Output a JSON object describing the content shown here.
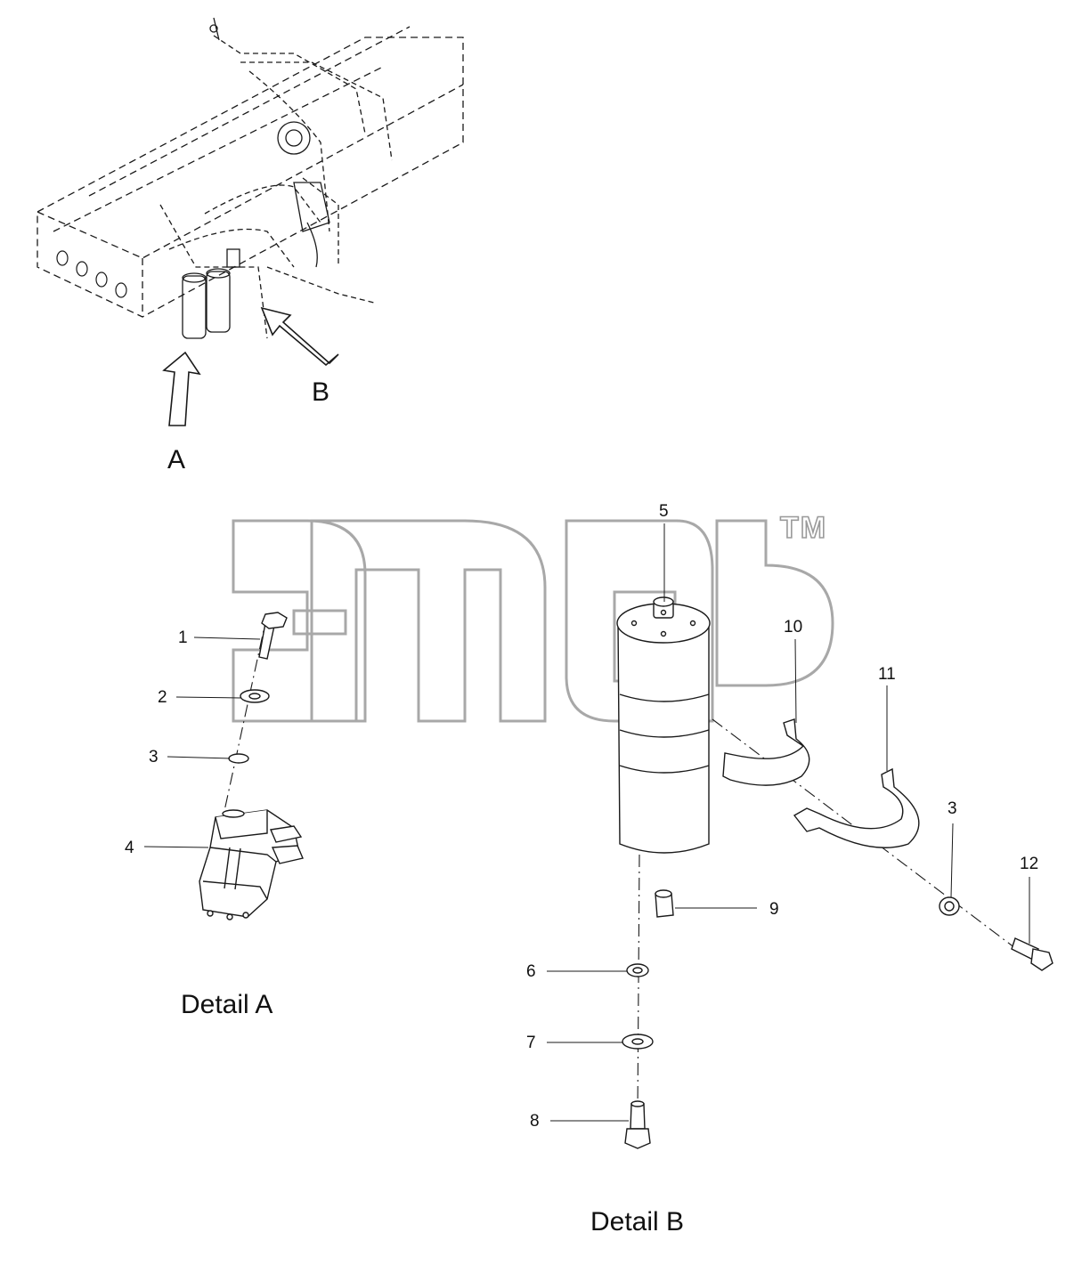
{
  "watermark": {
    "tm": "TM"
  },
  "views": {
    "a": "A",
    "b": "B"
  },
  "captions": {
    "detail_a": "Detail A",
    "detail_b": "Detail B"
  },
  "callouts": {
    "c1": "1",
    "c2": "2",
    "c3": "3",
    "c4": "4",
    "c5": "5",
    "c6": "6",
    "c7": "7",
    "c8": "8",
    "c9": "9",
    "c10": "10",
    "c11": "11",
    "c3b": "3",
    "c12": "12"
  }
}
